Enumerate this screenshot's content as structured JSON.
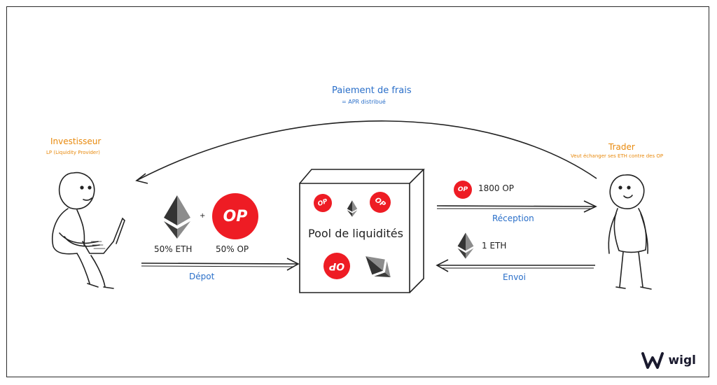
{
  "fee": {
    "title": "Paiement de frais",
    "subtitle": "= APR distribué"
  },
  "investor": {
    "title": "Investisseur",
    "subtitle": "LP (Liquidity Provider)"
  },
  "trader": {
    "title": "Trader",
    "subtitle": "Veut échanger ses ETH contre des OP"
  },
  "deposit": {
    "plus": "+",
    "eth_share": "50% ETH",
    "op_share": "50% OP",
    "label": "Dépot"
  },
  "pool": {
    "label": "Pool de liquidités"
  },
  "reception": {
    "amount": "1800 OP",
    "label": "Réception"
  },
  "envoi": {
    "amount": "1 ETH",
    "label": "Envoi"
  },
  "token": {
    "op": "OP"
  },
  "brand": {
    "name": "wigl"
  },
  "colors": {
    "accent_orange": "#e8890c",
    "accent_blue": "#2a6fc9",
    "op_red": "#ee1c24"
  }
}
